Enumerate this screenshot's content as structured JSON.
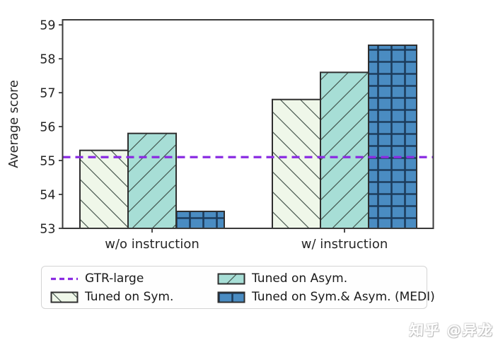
{
  "figure": {
    "watermark": "知乎 @异龙"
  },
  "chart_data": {
    "type": "bar",
    "title": "",
    "xlabel": "",
    "ylabel": "Average score",
    "categories": [
      "w/o instruction",
      "w/ instruction"
    ],
    "series": [
      {
        "name": "Tuned on Sym.",
        "values": [
          55.3,
          56.8
        ],
        "fill": "#eff7e9",
        "hatch": "/",
        "hatch_color": "#3a4a42"
      },
      {
        "name": "Tuned on Asym.",
        "values": [
          55.8,
          57.6
        ],
        "fill": "#a7ded6",
        "hatch": "\\",
        "hatch_color": "#3a4a42"
      },
      {
        "name": "Tuned on Sym.& Asym. (MEDI)",
        "values": [
          53.5,
          58.4
        ],
        "fill": "#4a8cc2",
        "hatch": "+",
        "hatch_color": "#1c3c5c"
      }
    ],
    "reference_line": {
      "label": "GTR-large",
      "value": 55.1,
      "color": "#8a2be2",
      "style": "dashed"
    },
    "ylim": [
      53,
      59.15
    ],
    "yticks": [
      53,
      54,
      55,
      56,
      57,
      58,
      59
    ],
    "grid": false,
    "bar_edge_color": "#2f2f2f",
    "axis_color": "#3a3a3a",
    "legend_position": "bottom",
    "legend": {
      "items": [
        {
          "label": "GTR-large",
          "swatch": "line"
        },
        {
          "label": "Tuned on Sym.",
          "swatch": "series-0"
        },
        {
          "label": "Tuned on Asym.",
          "swatch": "series-1"
        },
        {
          "label": "Tuned on Sym.& Asym. (MEDI)",
          "swatch": "series-2"
        }
      ]
    }
  }
}
